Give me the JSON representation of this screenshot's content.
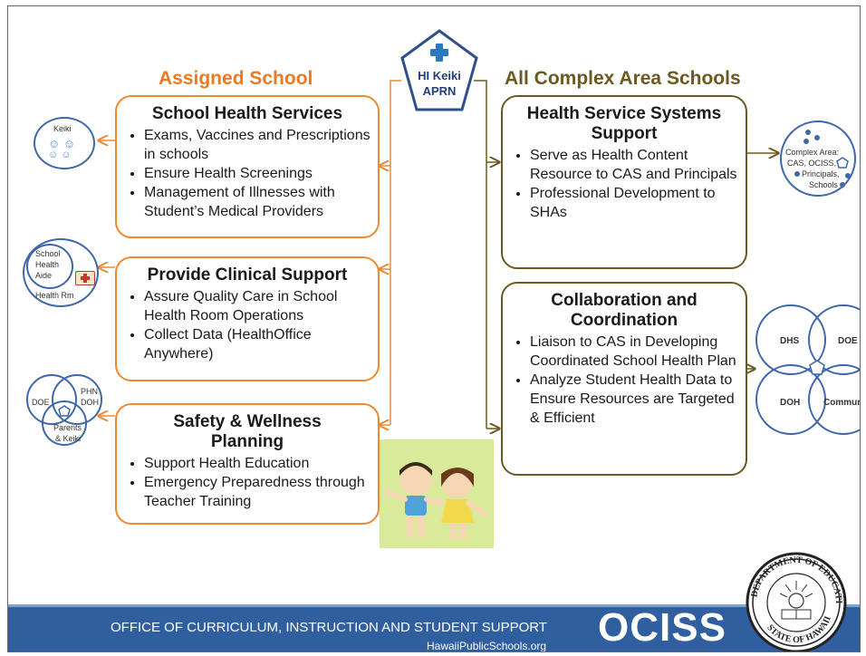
{
  "colors": {
    "accent_orange": "#ec8a32",
    "accent_brown": "#6b5a1f",
    "circle_blue": "#3f67a9",
    "footer_blue": "#2f5f9e"
  },
  "center_badge": {
    "line1": "HI Keiki",
    "line2": "APRN",
    "icon": "medical-cross-icon"
  },
  "left_heading": "Assigned School",
  "right_heading": "All Complex Area Schools",
  "left_boxes": [
    {
      "title": "School Health Services",
      "bullets": [
        "Exams, Vaccines and Prescriptions in schools",
        "Ensure Health Screenings",
        "Management of Illnesses with Student’s Medical Providers"
      ]
    },
    {
      "title": "Provide Clinical Support",
      "bullets": [
        "Assure Quality Care in School Health Room Operations",
        "Collect Data (HealthOffice Anywhere)"
      ]
    },
    {
      "title": "Safety & Wellness Planning",
      "bullets": [
        "Support Health Education",
        "Emergency Preparedness through Teacher Training"
      ]
    }
  ],
  "right_boxes": [
    {
      "title": "Health Service Systems Support",
      "bullets": [
        "Serve as Health Content Resource to CAS and Principals",
        "Professional Development to SHAs"
      ]
    },
    {
      "title": "Collaboration and Coordination",
      "bullets": [
        "Liaison to CAS in Developing Coordinated School Health Plan",
        "Analyze Student Health Data to Ensure Resources are Targeted & Efficient"
      ]
    }
  ],
  "circles": {
    "keiki": "Keiki",
    "health_room": {
      "l1": "School",
      "l2": "Health",
      "l3": "Aide",
      "l4": "Health Rm"
    },
    "venn_small": {
      "doe": "DOE",
      "phn": "PHN",
      "doh": "DOH",
      "parents": "Parents",
      "keiki": "& Keiki"
    },
    "complex": {
      "l1": "Complex Area:",
      "l2": "CAS, OCISS,",
      "l3": "Principals,",
      "l4": "Schools"
    },
    "venn_big": {
      "dhs": "DHS",
      "doe": "DOE",
      "doh": "DOH",
      "community": "Community"
    }
  },
  "footer": {
    "text": "OFFICE OF CURRICULUM, INSTRUCTION AND STUDENT SUPPORT",
    "site": "HawaiiPublicSchools.org",
    "logo": "OCISS"
  },
  "seal": {
    "top_text": "DEPARTMENT OF EDUCATION",
    "bottom_text": "STATE OF HAWAII"
  }
}
